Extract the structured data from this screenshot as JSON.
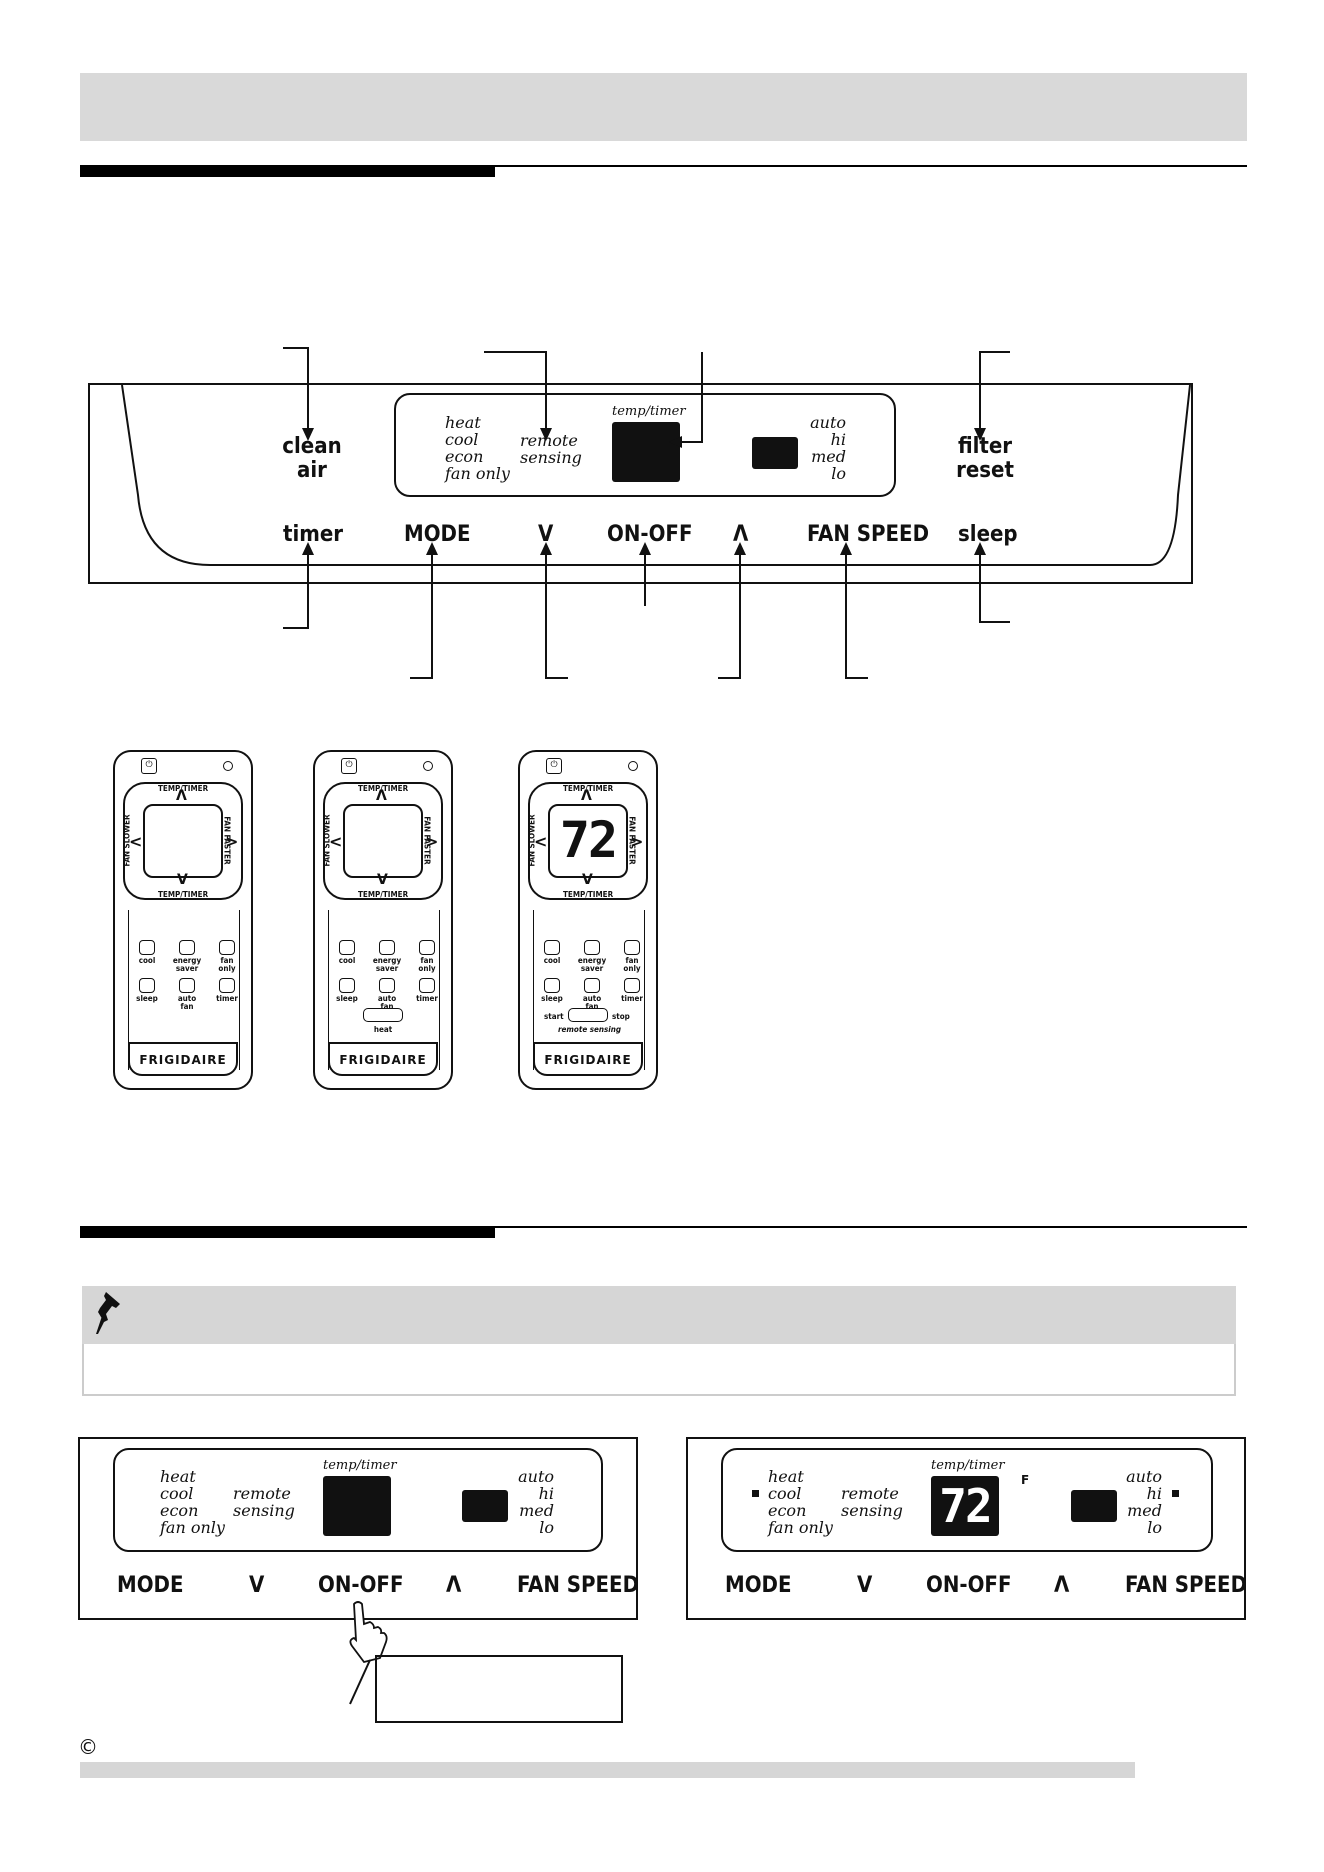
{
  "control_panel": {
    "clean_air_line1": "clean",
    "clean_air_line2": "air",
    "filter_reset_line1": "filter",
    "filter_reset_line2": "reset",
    "modes": "heat\ncool\necon\nfan only",
    "remote_sensing": "remote\nsensing",
    "temp_timer": "temp/timer",
    "fan_speeds": "auto\nhi\nmed\nlo",
    "buttons": {
      "timer": "timer",
      "mode": "MODE",
      "down": "V",
      "on_off": "ON-OFF",
      "up": "Λ",
      "fan_speed": "FAN SPEED",
      "sleep": "sleep"
    }
  },
  "remotes": {
    "brand": "FRIGIDAIRE",
    "temp_timer": "TEMP/TIMER",
    "fan_slower": "FAN SLOWER",
    "fan_faster": "FAN FASTER",
    "left": "<",
    "right": ">",
    "up": "Λ",
    "down": "V",
    "cool": "cool",
    "energy_saver": "energy\nsaver",
    "fan_only": "fan\nonly",
    "sleep": "sleep",
    "auto_fan": "auto\nfan",
    "timer": "timer",
    "heat": "heat",
    "start": "start",
    "stop": "stop",
    "remote_sensing": "remote sensing",
    "display_value": "72"
  },
  "panel_left": {
    "modes": "heat\ncool\necon\nfan only",
    "remote_sensing": "remote\nsensing",
    "temp_timer": "temp/timer",
    "fan_speeds": "auto\nhi\nmed\nlo",
    "mode": "MODE",
    "down": "V",
    "on_off": "ON-OFF",
    "up": "Λ",
    "fan_speed": "FAN SPEED"
  },
  "panel_right": {
    "modes": "heat\ncool\necon\nfan only",
    "remote_sensing": "remote\nsensing",
    "temp_timer": "temp/timer",
    "unit": "F",
    "display_value": "72",
    "fan_speeds": "auto\nhi\nmed\nlo",
    "mode": "MODE",
    "down": "V",
    "on_off": "ON-OFF",
    "up": "Λ",
    "fan_speed": "FAN SPEED"
  },
  "footer": {
    "copyright": "©"
  }
}
